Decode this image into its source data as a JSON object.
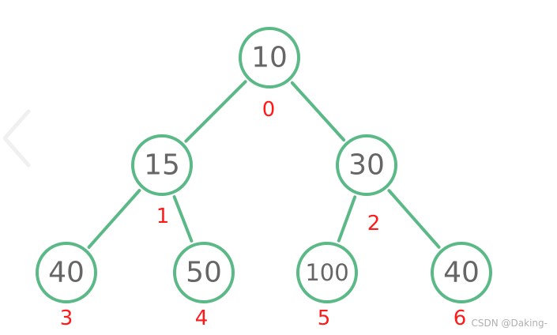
{
  "tree": {
    "nodes": [
      {
        "index": "0",
        "value": "10"
      },
      {
        "index": "1",
        "value": "15"
      },
      {
        "index": "2",
        "value": "30"
      },
      {
        "index": "3",
        "value": "40"
      },
      {
        "index": "4",
        "value": "50"
      },
      {
        "index": "5",
        "value": "100"
      },
      {
        "index": "6",
        "value": "40"
      }
    ],
    "edges": [
      [
        0,
        1
      ],
      [
        0,
        2
      ],
      [
        1,
        3
      ],
      [
        1,
        4
      ],
      [
        2,
        5
      ],
      [
        2,
        6
      ]
    ]
  },
  "nav": {
    "prev_icon": "chevron-left-icon"
  },
  "watermark": {
    "text": "CSDN @Daking-"
  },
  "colors": {
    "node_stroke": "#5bb887",
    "index_label": "#ff1a1a",
    "value_text": "#666666"
  }
}
